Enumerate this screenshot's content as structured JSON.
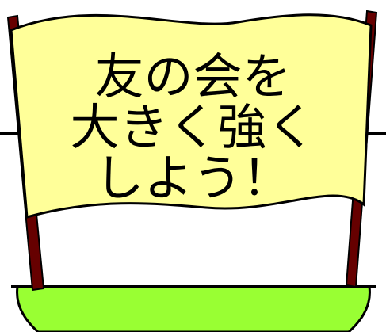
{
  "banner": {
    "lines": [
      "友の会を",
      "大きく強く",
      "しよう！"
    ]
  },
  "colors": {
    "flag_fill": "#ffff99",
    "ground_fill": "#99ff33",
    "pole": "#660000",
    "outline": "#000000",
    "horizon": "#000000",
    "background": "#ffffff"
  }
}
